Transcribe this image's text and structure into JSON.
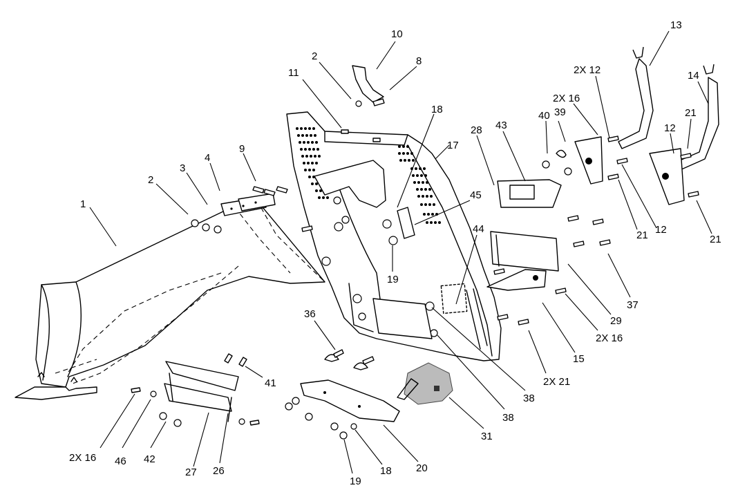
{
  "labels": [
    {
      "id": "l1",
      "text": "1"
    },
    {
      "id": "l2a",
      "text": "2"
    },
    {
      "id": "l3",
      "text": "3"
    },
    {
      "id": "l4",
      "text": "4"
    },
    {
      "id": "l9",
      "text": "9"
    },
    {
      "id": "l2b",
      "text": "2"
    },
    {
      "id": "l10",
      "text": "10"
    },
    {
      "id": "l8",
      "text": "8"
    },
    {
      "id": "l11",
      "text": "11"
    },
    {
      "id": "l18a",
      "text": "18"
    },
    {
      "id": "l17",
      "text": "17"
    },
    {
      "id": "l28",
      "text": "28"
    },
    {
      "id": "l43",
      "text": "43"
    },
    {
      "id": "l40",
      "text": "40"
    },
    {
      "id": "l39",
      "text": "39"
    },
    {
      "id": "l2x16a",
      "text": "2X 16"
    },
    {
      "id": "l2x12",
      "text": "2X 12"
    },
    {
      "id": "l13",
      "text": "13"
    },
    {
      "id": "l14",
      "text": "14"
    },
    {
      "id": "l21a",
      "text": "21"
    },
    {
      "id": "l12a",
      "text": "12"
    },
    {
      "id": "l45",
      "text": "45"
    },
    {
      "id": "l44",
      "text": "44"
    },
    {
      "id": "l21b",
      "text": "21"
    },
    {
      "id": "l12b",
      "text": "12"
    },
    {
      "id": "l21c",
      "text": "21"
    },
    {
      "id": "l19a",
      "text": "19"
    },
    {
      "id": "l37",
      "text": "37"
    },
    {
      "id": "l29",
      "text": "29"
    },
    {
      "id": "l2x16b",
      "text": "2X 16"
    },
    {
      "id": "l15",
      "text": "15"
    },
    {
      "id": "l36",
      "text": "36"
    },
    {
      "id": "l2x21",
      "text": "2X 21"
    },
    {
      "id": "l38a",
      "text": "38"
    },
    {
      "id": "l38b",
      "text": "38"
    },
    {
      "id": "l31",
      "text": "31"
    },
    {
      "id": "l41",
      "text": "41"
    },
    {
      "id": "l20",
      "text": "20"
    },
    {
      "id": "l18b",
      "text": "18"
    },
    {
      "id": "l19b",
      "text": "19"
    },
    {
      "id": "l2x16c",
      "text": "2X 16"
    },
    {
      "id": "l46",
      "text": "46"
    },
    {
      "id": "l42",
      "text": "42"
    },
    {
      "id": "l27",
      "text": "27"
    },
    {
      "id": "l26",
      "text": "26"
    }
  ]
}
